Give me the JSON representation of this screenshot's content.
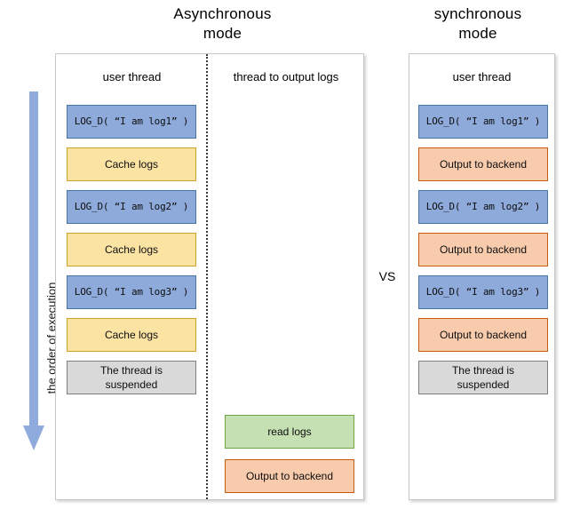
{
  "titles": {
    "async": "Asynchronous\nmode",
    "async_line1": "Asynchronous",
    "async_line2": "mode",
    "sync_line1": "synchronous",
    "sync_line2": "mode"
  },
  "vs_label": "VS",
  "execution_arrow": {
    "label": "the order of execution",
    "direction": "down",
    "color": "#8FAADC"
  },
  "async_panel": {
    "columns": [
      {
        "header": "user thread",
        "steps": [
          {
            "label": "LOG_D( “I am log1” )",
            "kind": "log-call",
            "color": "#8EAADB"
          },
          {
            "label": "Cache logs",
            "kind": "cache",
            "color": "#FBE3A4"
          },
          {
            "label": "LOG_D( “I am log2” )",
            "kind": "log-call",
            "color": "#8EAADB"
          },
          {
            "label": "Cache logs",
            "kind": "cache",
            "color": "#FBE3A4"
          },
          {
            "label": "LOG_D( “I am log3” )",
            "kind": "log-call",
            "color": "#8EAADB"
          },
          {
            "label": "Cache logs",
            "kind": "cache",
            "color": "#FBE3A4"
          },
          {
            "label": "The thread is\nsuspended",
            "kind": "suspended",
            "color": "#D9D9D9",
            "line1": "The thread is",
            "line2": "suspended"
          }
        ]
      },
      {
        "header": "thread to output logs",
        "steps": [
          {
            "label": "read logs",
            "kind": "read",
            "color": "#C5E0B3"
          },
          {
            "label": "Output to backend",
            "kind": "output",
            "color": "#F8CBAD"
          }
        ]
      }
    ]
  },
  "sync_panel": {
    "columns": [
      {
        "header": "user thread",
        "steps": [
          {
            "label": "LOG_D( “I am log1” )",
            "kind": "log-call",
            "color": "#8EAADB"
          },
          {
            "label": "Output to backend",
            "kind": "output",
            "color": "#F8CBAD"
          },
          {
            "label": "LOG_D( “I am log2” )",
            "kind": "log-call",
            "color": "#8EAADB"
          },
          {
            "label": "Output to backend",
            "kind": "output",
            "color": "#F8CBAD"
          },
          {
            "label": "LOG_D( “I am log3” )",
            "kind": "log-call",
            "color": "#8EAADB"
          },
          {
            "label": "Output to backend",
            "kind": "output",
            "color": "#F8CBAD"
          },
          {
            "label": "The thread is\nsuspended",
            "kind": "suspended",
            "color": "#D9D9D9",
            "line1": "The thread is",
            "line2": "suspended"
          }
        ]
      }
    ]
  }
}
